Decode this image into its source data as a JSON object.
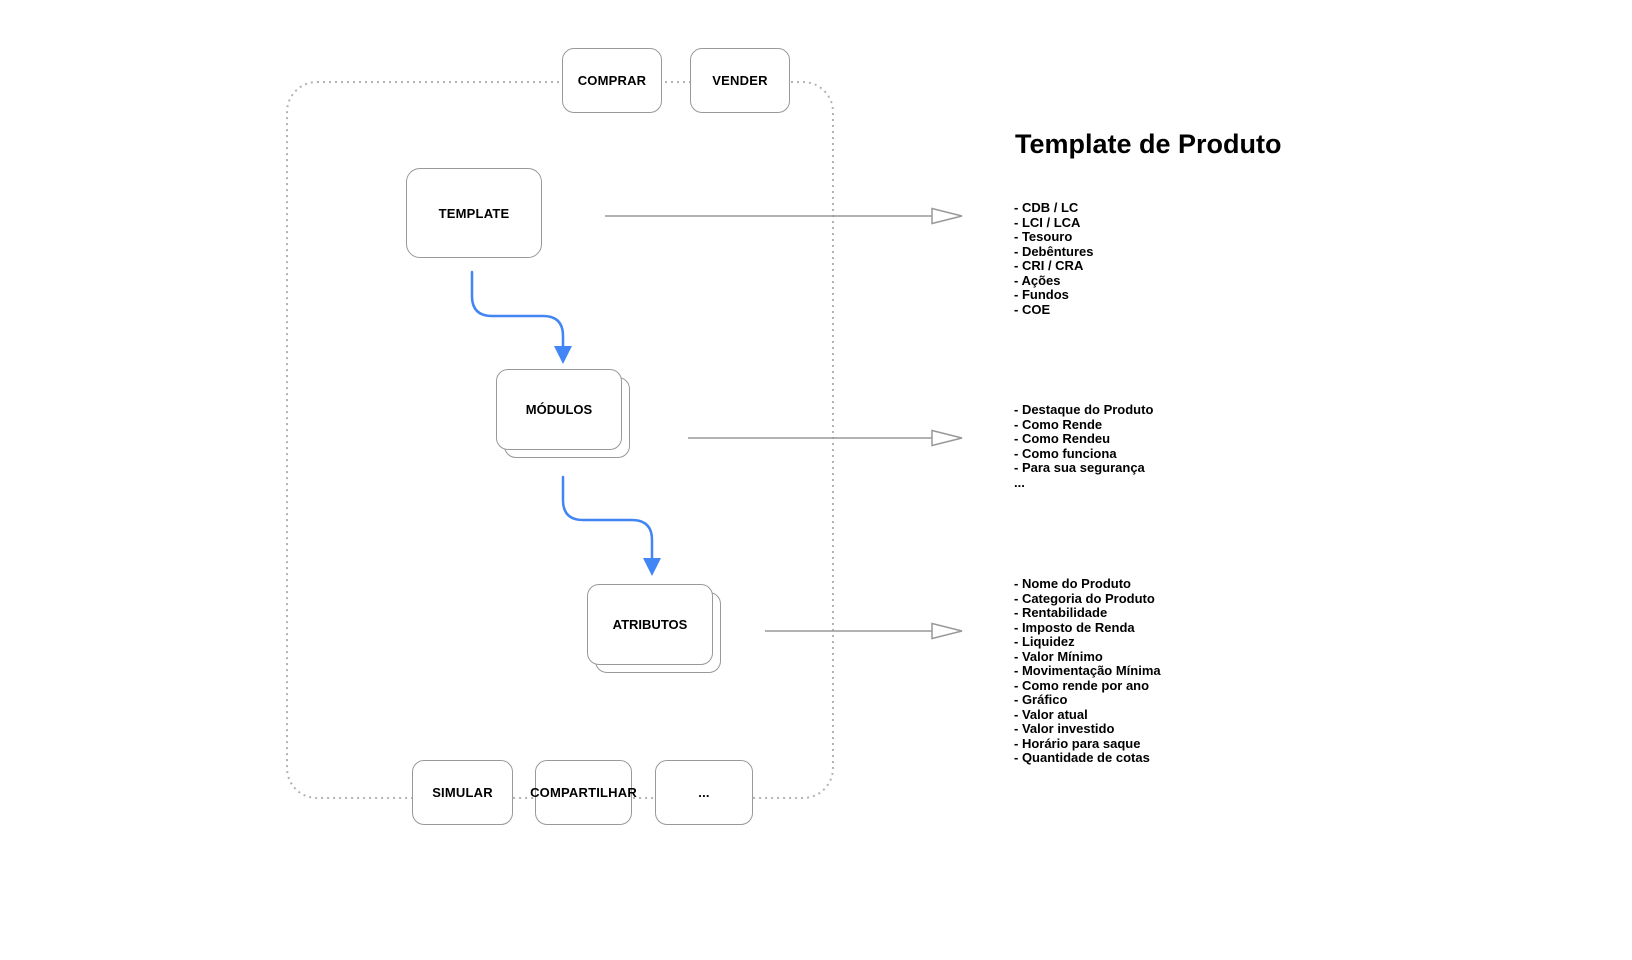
{
  "diagram": {
    "nodes": {
      "comprar": "COMPRAR",
      "vender": "VENDER",
      "template": "TEMPLATE",
      "modulos": "MÓDULOS",
      "atributos": "ATRIBUTOS",
      "simular": "SIMULAR",
      "compartilhar": "COMPARTILHAR",
      "more": "..."
    },
    "side": {
      "title": "Template de Produto",
      "template_items": [
        "- CDB / LC",
        "- LCI / LCA",
        "- Tesouro",
        "- Debêntures",
        "- CRI / CRA",
        "- Ações",
        "- Fundos",
        "- COE"
      ],
      "modulos_items": [
        "- Destaque do Produto",
        "- Como Rende",
        "- Como Rendeu",
        "- Como funciona",
        "- Para sua segurança",
        "..."
      ],
      "atributos_items": [
        "- Nome do Produto",
        "- Categoria do Produto",
        "- Rentabilidade",
        "- Imposto de Renda",
        "- Liquidez",
        "- Valor Mínimo",
        "- Movimentação Mínima",
        "- Como rende por ano",
        "- Gráfico",
        "- Valor atual",
        "- Valor investido",
        "- Horário para saque",
        "- Quantidade de cotas"
      ]
    },
    "colors": {
      "background": "#ffffff",
      "node_border": "#999999",
      "dotted_border": "#b3b3b3",
      "arrow_gray": "#999999",
      "arrow_blue": "#4285f4",
      "text": "#000000"
    }
  }
}
